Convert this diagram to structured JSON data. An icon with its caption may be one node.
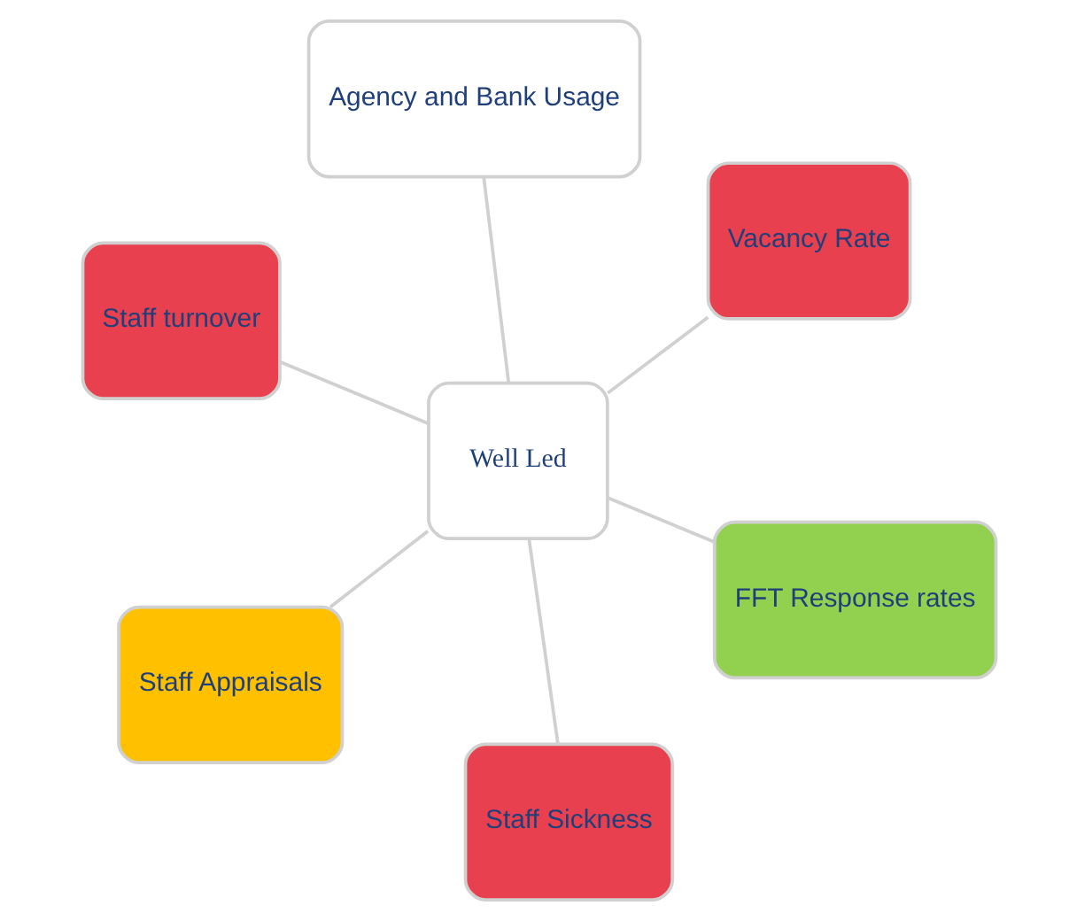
{
  "diagram": {
    "nodes": [
      {
        "text": [
          "Staff turnover"
        ]
      },
      {
        "text": [
          "FFT Response rates"
        ]
      },
      {
        "text": [
          "Staff Sickness"
        ]
      },
      {
        "text": [
          "Well Led"
        ]
      },
      {
        "text": [
          "Vacancy Rate"
        ]
      },
      {
        "text": [
          "Agency and Bank Usage"
        ]
      },
      {
        "text": [
          "Staff Appraisals"
        ]
      }
    ],
    "edges": [
      {
        "from": 3,
        "to": 0,
        "arrow": "none"
      },
      {
        "from": 3,
        "to": 1,
        "arrow": "none"
      },
      {
        "from": 3,
        "to": 2,
        "arrow": "none"
      },
      {
        "from": 3,
        "to": 4,
        "arrow": "none"
      },
      {
        "from": 3,
        "to": 5,
        "arrow": "none"
      },
      {
        "from": 3,
        "to": 6,
        "arrow": "none"
      }
    ]
  }
}
